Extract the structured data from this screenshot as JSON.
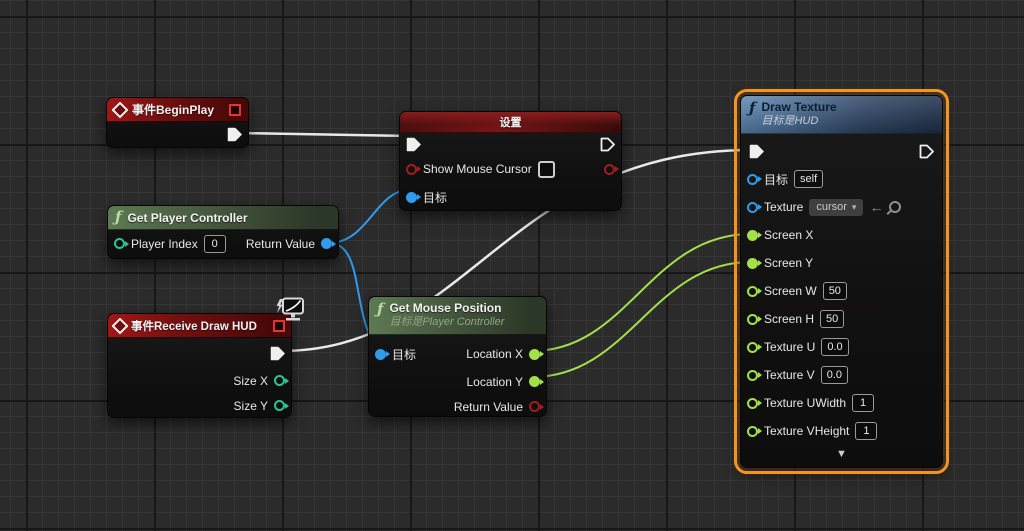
{
  "editor": "blueprint-graph",
  "colors": {
    "exec_wire": "#e9e9e9",
    "object_pin": "#2f9ced",
    "float_pin": "#a3e04a",
    "int_pin": "#2ec48f",
    "bool_pin": "#a11d1d",
    "selection_border": "#f7941d",
    "event_header": "#a01616",
    "pure_function_header": "#5d7953",
    "impure_function_header": "#5f8cb8",
    "grid_background": "#2b2b2b"
  },
  "icons": {
    "function": "ƒ",
    "dropdown_arrow": "▾",
    "expand_arrow": "▼",
    "back_arrow": "←"
  },
  "nodes": {
    "begin_play": {
      "title": "事件BeginPlay"
    },
    "set_node": {
      "title": "设置",
      "show_mouse_cursor_label": "Show Mouse Cursor",
      "target_label": "目标"
    },
    "get_player_controller": {
      "title": "Get Player Controller",
      "player_index_label": "Player Index",
      "player_index_value": "0",
      "return_value_label": "Return Value"
    },
    "receive_draw_hud": {
      "title": "事件Receive Draw HUD",
      "size_x_label": "Size X",
      "size_y_label": "Size Y"
    },
    "get_mouse_position": {
      "title": "Get Mouse Position",
      "subtitle": "目标是Player Controller",
      "target_label": "目标",
      "location_x_label": "Location X",
      "location_y_label": "Location Y",
      "return_value_label": "Return Value"
    },
    "draw_texture": {
      "title": "Draw Texture",
      "subtitle": "目标是HUD",
      "target_label": "目标",
      "target_value": "self",
      "texture_label": "Texture",
      "texture_value": "cursor",
      "pins": [
        {
          "label": "Screen X",
          "value": ""
        },
        {
          "label": "Screen Y",
          "value": ""
        },
        {
          "label": "Screen W",
          "value": "50"
        },
        {
          "label": "Screen H",
          "value": "50"
        },
        {
          "label": "Texture U",
          "value": "0.0"
        },
        {
          "label": "Texture V",
          "value": "0.0"
        },
        {
          "label": "Texture UWidth",
          "value": "1"
        },
        {
          "label": "Texture VHeight",
          "value": "1"
        }
      ]
    }
  }
}
